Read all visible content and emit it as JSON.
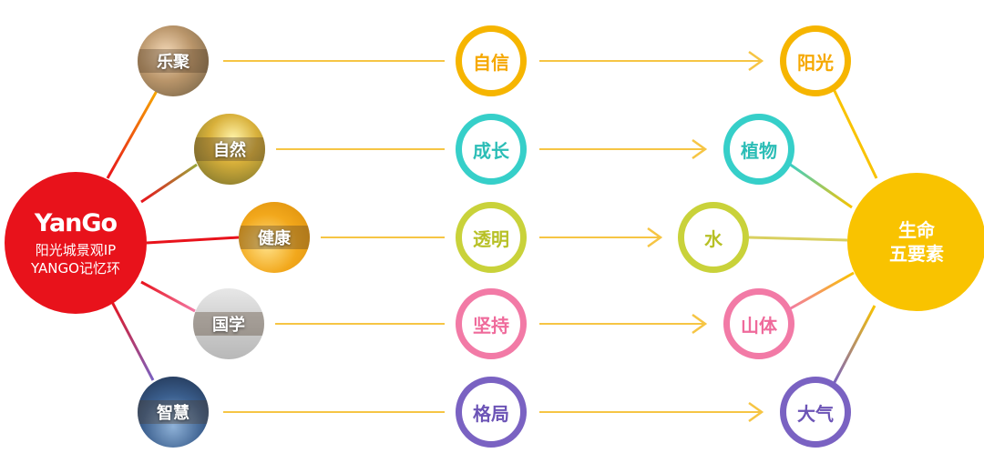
{
  "hub": {
    "logo": "YanGo",
    "line1": "阳光城景观IP",
    "line2": "YANGO记忆环",
    "color": "#e8121b"
  },
  "themes": [
    {
      "label": "乐聚",
      "icon": "family-photo"
    },
    {
      "label": "自然",
      "icon": "forest-photo"
    },
    {
      "label": "健康",
      "icon": "orange-photo"
    },
    {
      "label": "国学",
      "icon": "calligraphy-photo"
    },
    {
      "label": "智慧",
      "icon": "city-photo"
    }
  ],
  "values": [
    {
      "label": "自信",
      "color": "#f6b500"
    },
    {
      "label": "成长",
      "color": "#36cfc9"
    },
    {
      "label": "透明",
      "color": "#c9d23a"
    },
    {
      "label": "坚持",
      "color": "#f27aa6"
    },
    {
      "label": "格局",
      "color": "#7a62c2"
    }
  ],
  "elements": [
    {
      "label": "阳光",
      "color": "#f6b500"
    },
    {
      "label": "植物",
      "color": "#36cfc9"
    },
    {
      "label": "水",
      "color": "#c9d23a"
    },
    {
      "label": "山体",
      "color": "#f27aa6"
    },
    {
      "label": "大气",
      "color": "#7a62c2"
    }
  ],
  "right_hub": {
    "line1": "生命",
    "line2": "五要素",
    "color": "#f9c300"
  },
  "colors": {
    "arrow": "#f6c544"
  }
}
